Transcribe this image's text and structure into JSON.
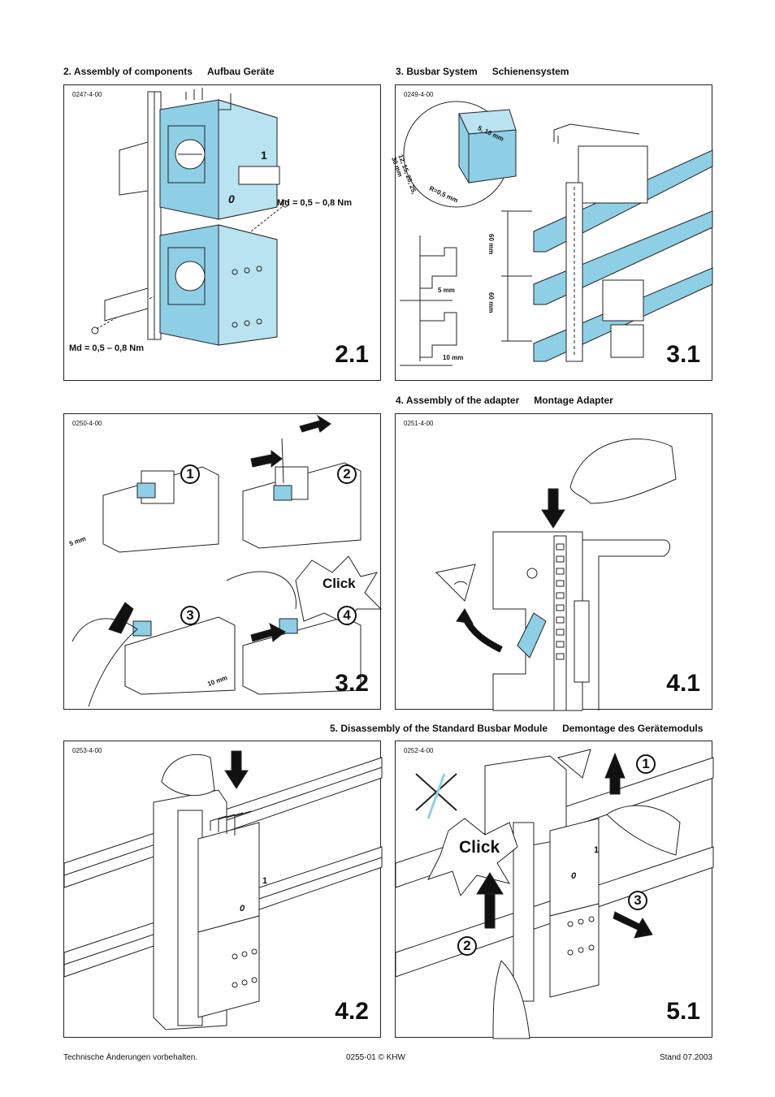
{
  "headings": {
    "s2": {
      "en": "2. Assembly of components",
      "de": "Aufbau Geräte"
    },
    "s3": {
      "en": "3. Busbar System",
      "de": "Schienensystem"
    },
    "s4": {
      "en": "4. Assembly of the adapter",
      "de": "Montage Adapter"
    },
    "s5": {
      "en": "5. Disassembly of the Standard Busbar Module",
      "de": "Demontage des Gerätemoduls"
    }
  },
  "panels": {
    "p21": {
      "code": "0247-4-00",
      "figure": "2.1",
      "torque_top": "Md = 0,5 – 0,8 Nm",
      "torque_bottom": "Md = 0,5 – 0,8 Nm",
      "switch_on": "1",
      "switch_off": "0"
    },
    "p31": {
      "code": "0249-4-00",
      "figure": "3.1",
      "bar_widths": "12, 15, 20, 25, 30 mm",
      "bar_thickness": "5, 10 mm",
      "radius": "R=0,5 mm",
      "dim_5": "5 mm",
      "dim_10": "10 mm",
      "pitch_a": "60 mm",
      "pitch_b": "60 mm"
    },
    "p32": {
      "code": "0250-4-00",
      "figure": "3.2",
      "steps": [
        "1",
        "2",
        "3",
        "4"
      ],
      "dim_5": "5 mm",
      "dim_10": "10 mm",
      "click": "Click"
    },
    "p41": {
      "code": "0251-4-00",
      "figure": "4.1"
    },
    "p42": {
      "code": "0253-4-00",
      "figure": "4.2",
      "switch_on": "1",
      "switch_off": "0"
    },
    "p51": {
      "code": "0252-4-00",
      "figure": "5.1",
      "steps": [
        "1",
        "2",
        "3"
      ],
      "click": "Click",
      "switch_on": "1",
      "switch_off": "0"
    }
  },
  "footer": {
    "left": "Technische Änderungen vorbehalten.",
    "center": "0255-01  © KHW",
    "right": "Stand 07.2003"
  },
  "colors": {
    "accent_blue": "#8ecfe6",
    "line": "#222222"
  }
}
